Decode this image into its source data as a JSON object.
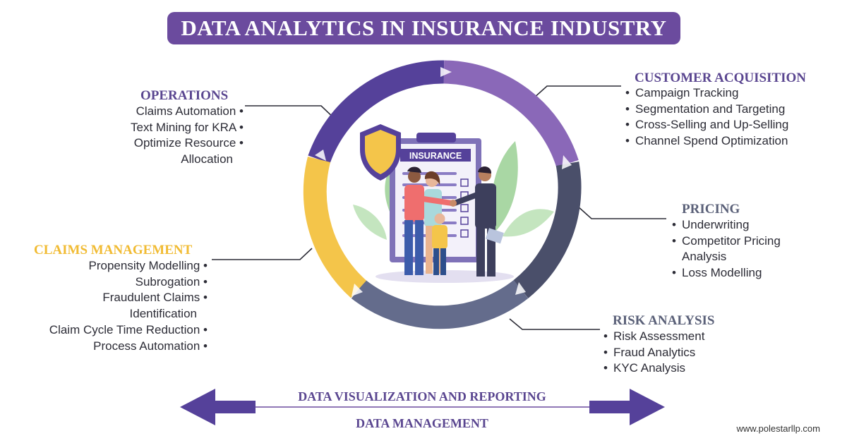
{
  "title": "DATA ANALYTICS IN INSURANCE INDUSTRY",
  "center_label": "INSURANCE",
  "colors": {
    "purple_dark": "#55419a",
    "purple_light": "#8a68b8",
    "slate": "#4a4f6a",
    "blue_gray": "#646c8c",
    "yellow": "#f4c54a",
    "heading_purple": "#5a4690",
    "heading_yellow": "#f1bb33",
    "heading_slate": "#5a6078"
  },
  "operations": {
    "heading": "OPERATIONS",
    "items": [
      "Claims Automation",
      "Text Mining for KRA",
      "Optimize Resource",
      "Allocation"
    ]
  },
  "customer_acquisition": {
    "heading": "CUSTOMER ACQUISITION",
    "items": [
      "Campaign Tracking",
      "Segmentation and Targeting",
      "Cross-Selling and Up-Selling",
      "Channel Spend Optimization"
    ]
  },
  "pricing": {
    "heading": "PRICING",
    "items": [
      "Underwriting",
      "Competitor Pricing",
      "Analysis",
      "Loss Modelling"
    ]
  },
  "claims_management": {
    "heading": "CLAIMS MANAGEMENT",
    "items": [
      "Propensity Modelling",
      "Subrogation",
      "Fraudulent Claims",
      "Identification",
      "Claim Cycle Time Reduction",
      "Process Automation"
    ]
  },
  "risk_analysis": {
    "heading": "RISK ANALYSIS",
    "items": [
      "Risk Assessment",
      "Fraud Analytics",
      "KYC Analysis"
    ]
  },
  "bottom": {
    "top_label": "DATA VISUALIZATION AND REPORTING",
    "bottom_label": "DATA MANAGEMENT"
  },
  "website": "www.polestarllp.com"
}
